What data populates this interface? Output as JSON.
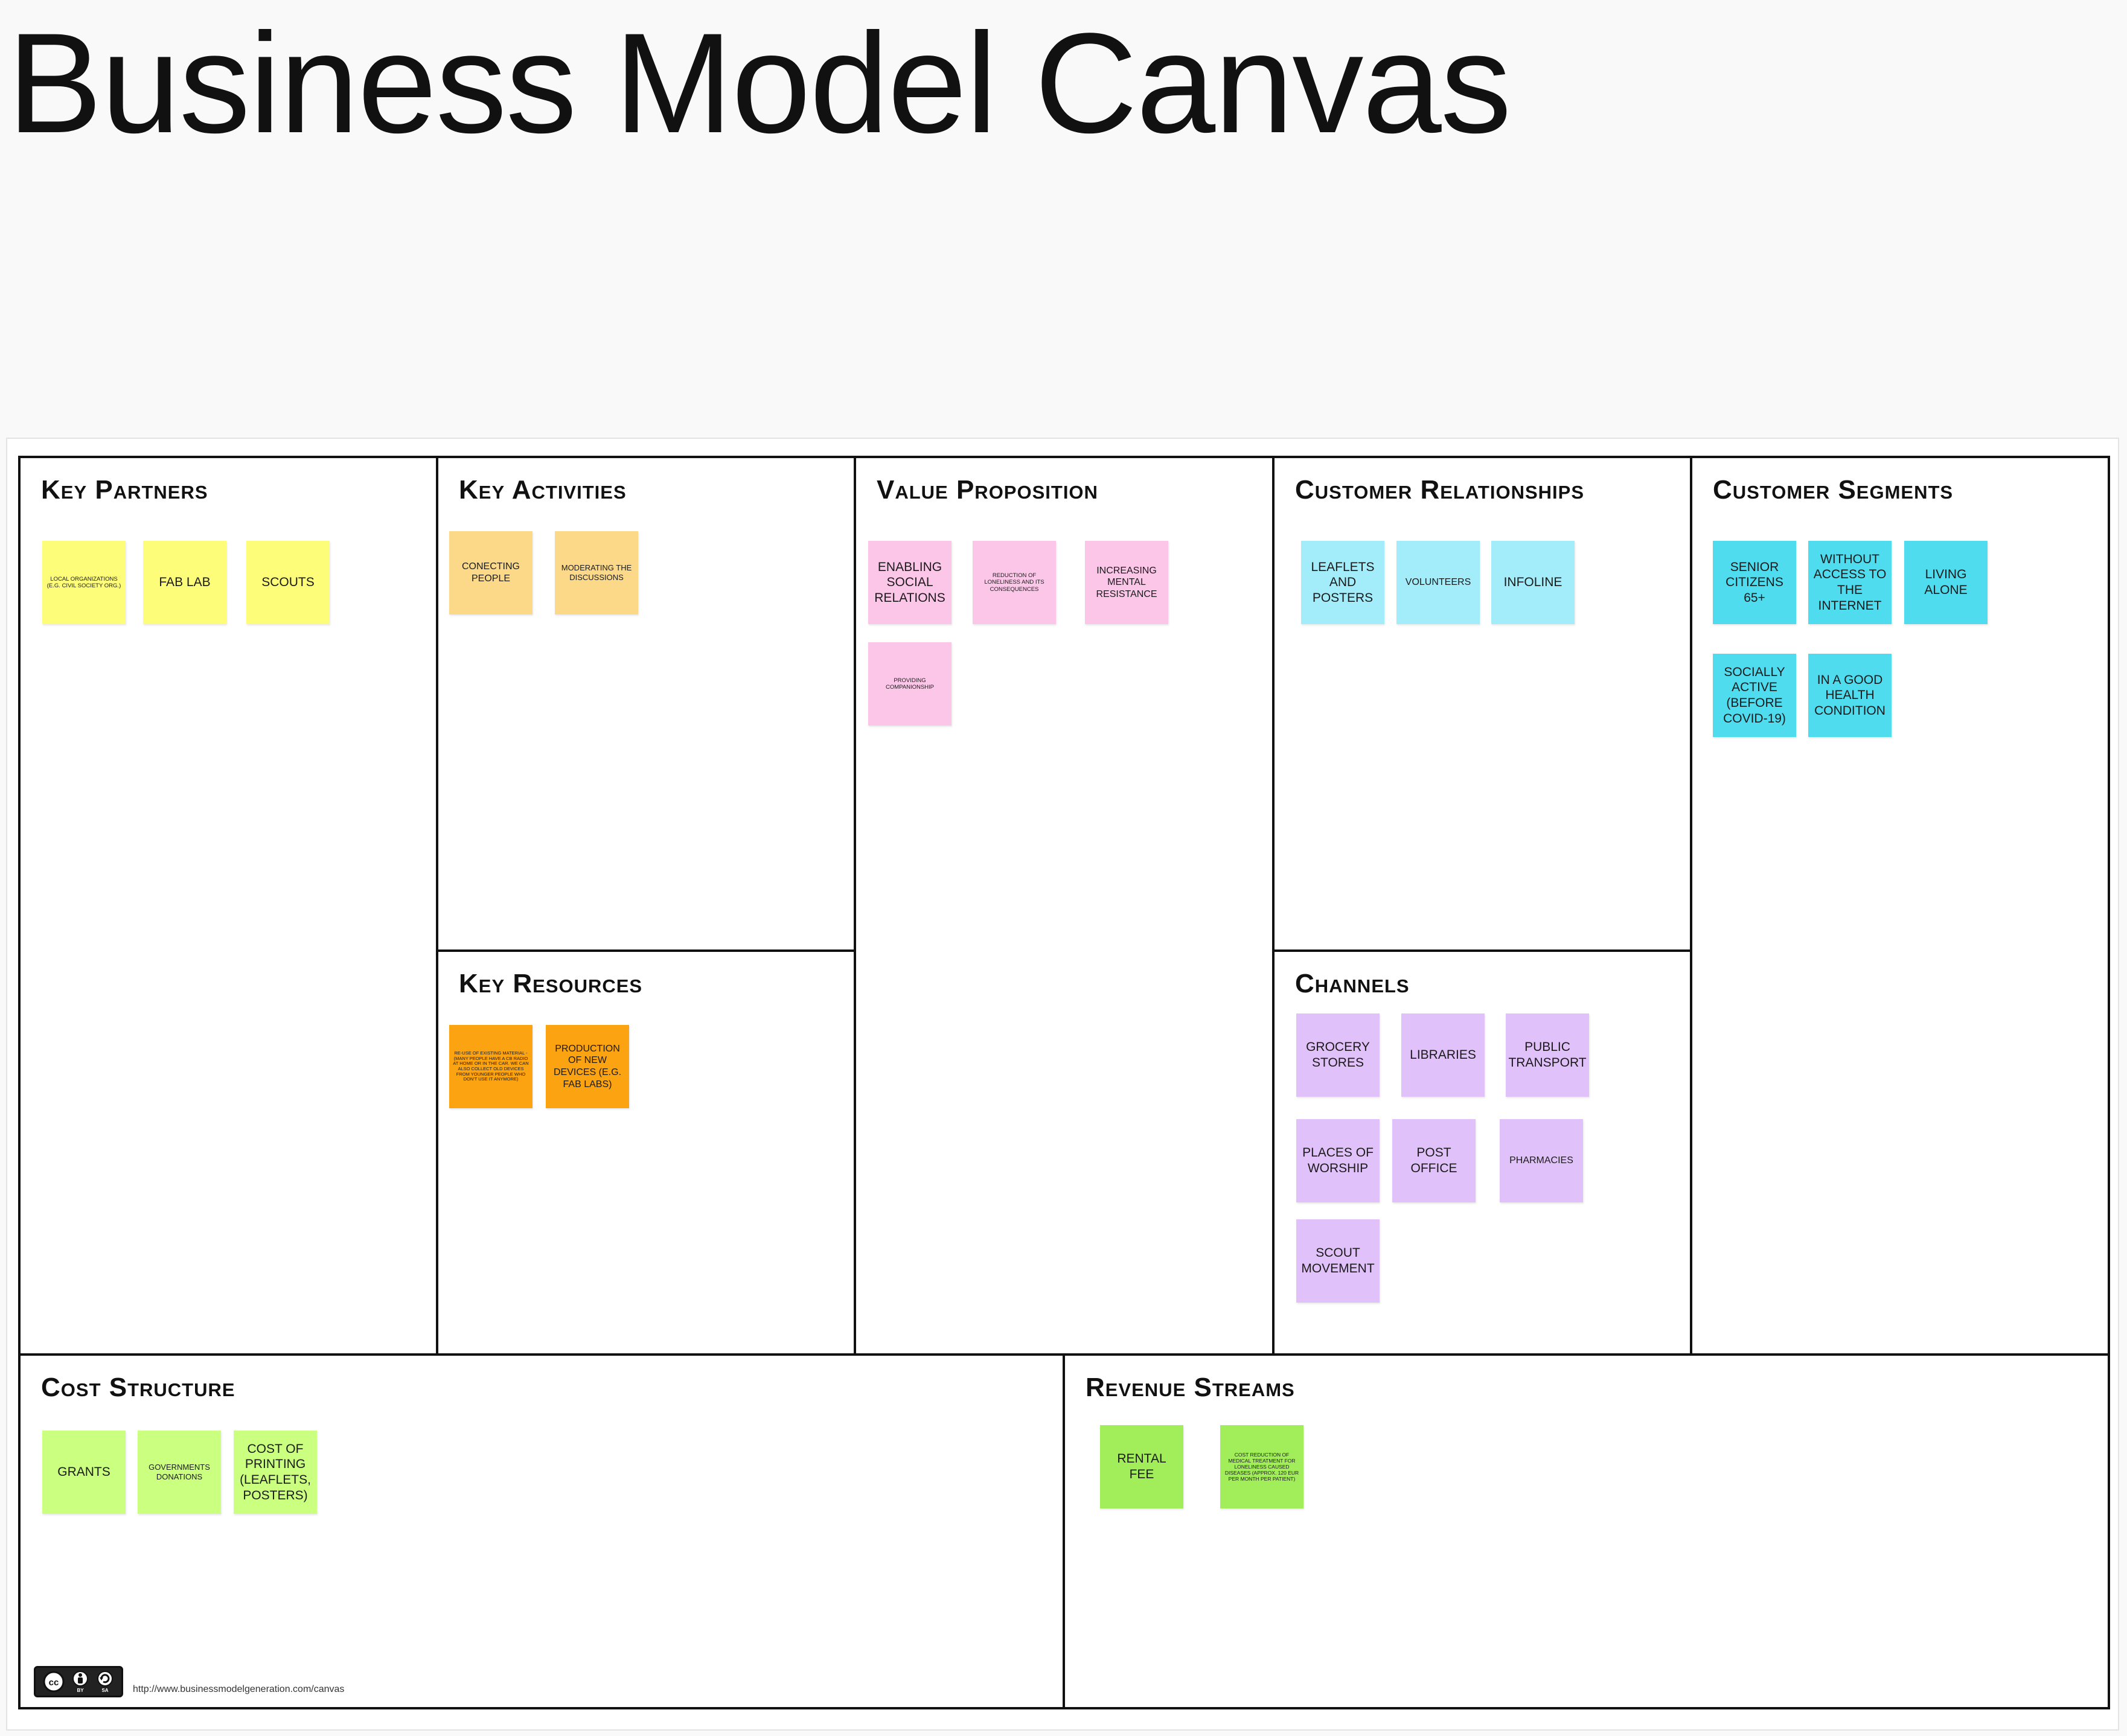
{
  "title": "Business Model Canvas",
  "sections": {
    "key_partners": {
      "title": "Key Partners",
      "notes": [
        "LOCAL ORGANIZATIONS (E.G. CIVIL SOCIETY ORG.)",
        "FAB LAB",
        "SCOUTS"
      ]
    },
    "key_activities": {
      "title": "Key Activities",
      "notes": [
        "CONECTING PEOPLE",
        "MODERATING THE DISCUSSIONS"
      ]
    },
    "key_resources": {
      "title": "Key Resources",
      "notes": [
        "RE-USE OF EXISTING MATERIAL - (MANY PEOPLE HAVE A CB RADIO AT HOME OR IN THE CAR. WE CAN ALSO COLLECT OLD DEVICES FROM YOUNGER PEOPLE WHO DON'T USE IT ANYMORE)",
        "PRODUCTION OF NEW DEVICES (E.G. FAB LABS)"
      ]
    },
    "value_proposition": {
      "title": "Value Proposition",
      "notes": [
        "ENABLING SOCIAL RELATIONS",
        "REDUCTION OF LONELINESS AND ITS CONSEQUENCES",
        "INCREASING MENTAL RESISTANCE",
        "PROVIDING COMPANIONSHIP"
      ]
    },
    "customer_relationships": {
      "title": "Customer Relationships",
      "notes": [
        "LEAFLETS AND POSTERS",
        "VOLUNTEERS",
        "INFOLINE"
      ]
    },
    "channels": {
      "title": "Channels",
      "notes": [
        "GROCERY STORES",
        "LIBRARIES",
        "PUBLIC TRANSPORT",
        "PLACES OF WORSHIP",
        "POST OFFICE",
        "PHARMACIES",
        "SCOUT MOVEMENT"
      ]
    },
    "customer_segments": {
      "title": "Customer Segments",
      "notes": [
        "SENIOR CITIZENS 65+",
        "WITHOUT ACCESS TO THE INTERNET",
        "LIVING ALONE",
        "SOCIALLY ACTIVE (BEFORE COVID-19)",
        "IN A GOOD HEALTH CONDITION"
      ]
    },
    "cost_structure": {
      "title": "Cost Structure",
      "notes": [
        "GRANTS",
        "GOVERNMENTS DONATIONS",
        "COST OF PRINTING (LEAFLETS, POSTERS)"
      ]
    },
    "revenue_streams": {
      "title": "Revenue Streams",
      "notes": [
        "RENTAL FEE",
        "COST REDUCTION OF MEDICAL TREATMENT FOR LONELINESS CAUSED DISEASES (APPROX. 120 EUR PER MONTH PER PATIENT)"
      ]
    }
  },
  "footer": {
    "license_icons": [
      "cc-icon",
      "by-icon",
      "sa-icon"
    ],
    "license_labels": {
      "by": "BY",
      "sa": "SA"
    },
    "url": "http://www.businessmodelgeneration.com/canvas"
  },
  "colors": {
    "key_partners": "#fdfd7a",
    "key_activities": "#fcd989",
    "key_resources": "#fca311",
    "value_proposition": "#fcc6e8",
    "customer_relationships": "#a3ecfa",
    "customer_segments": "#4fdcef",
    "channels": "#e1c1f9",
    "cost_structure": "#caff80",
    "revenue_streams": "#a2ee5a"
  }
}
